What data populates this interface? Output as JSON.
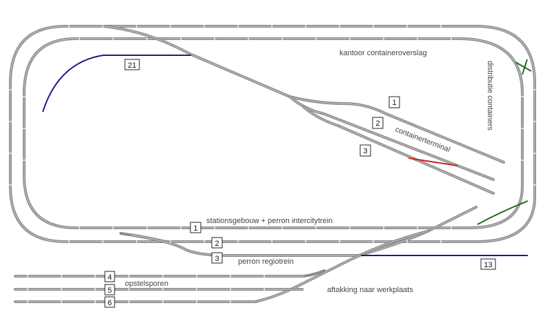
{
  "labels": {
    "kantoor": "kantoor containeroverslag",
    "distributie": "distributie containers",
    "containerterminal": "containerterminal",
    "stationsgebouw": "stationsgebouw + perron intercitytrein",
    "regiotrein": "perron regiotrein",
    "opstelsporen": "opstelsporen",
    "werkplaats": "aftakking naar werkplaats"
  },
  "track_numbers": {
    "t21": "21",
    "ct1": "1",
    "ct2": "2",
    "ct3": "3",
    "st1": "1",
    "st2": "2",
    "st3": "3",
    "t13": "13",
    "os4": "4",
    "os5": "5",
    "os6": "6"
  },
  "colors": {
    "track": "#8a8a8a",
    "blue_spur": "#1a1a8c",
    "red_section": "#cc2222",
    "green_section": "#1f6b1f"
  }
}
